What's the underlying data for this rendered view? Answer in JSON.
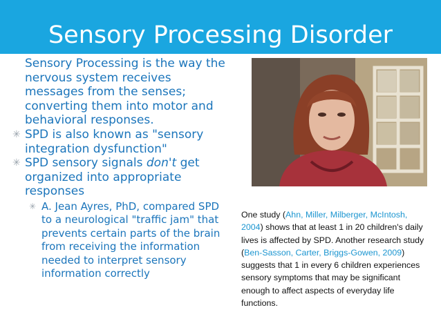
{
  "slide": {
    "title": "Sensory Processing Disorder",
    "accent_color": "#1aa6e0",
    "text_color": "#1b75bb"
  },
  "bullets": [
    {
      "text": "Sensory Processing is the way the nervous system receives messages from the senses; converting them into motor and behavioral responses."
    },
    {
      "text": "SPD is also known as \"sensory integration dysfunction\""
    },
    {
      "before": "SPD sensory signals ",
      "emph": "don't",
      "after": " get organized into appropriate responses"
    }
  ],
  "sub_bullets": [
    {
      "text": "A. Jean Ayres, PhD, compared SPD to a neurological \"traffic jam\" that prevents certain parts of the brain from receiving the information needed to interpret sensory information correctly"
    }
  ],
  "bullet_icon": "asterisk-icon",
  "photo": {
    "content": "video-still-woman-portrait"
  },
  "caption": {
    "part1": "One study (",
    "cite1": "Ahn, Miller, Milberger, McIntosh, 2004",
    "part2": ") shows that at least 1 in 20 children's daily lives is affected by SPD. Another research study (",
    "cite2": "Ben-Sasson, Carter, Briggs-Gowen, 2009",
    "part3": ") suggests that 1 in every 6 children experiences sensory symptoms that may be significant enough to affect aspects of everyday life functions."
  }
}
